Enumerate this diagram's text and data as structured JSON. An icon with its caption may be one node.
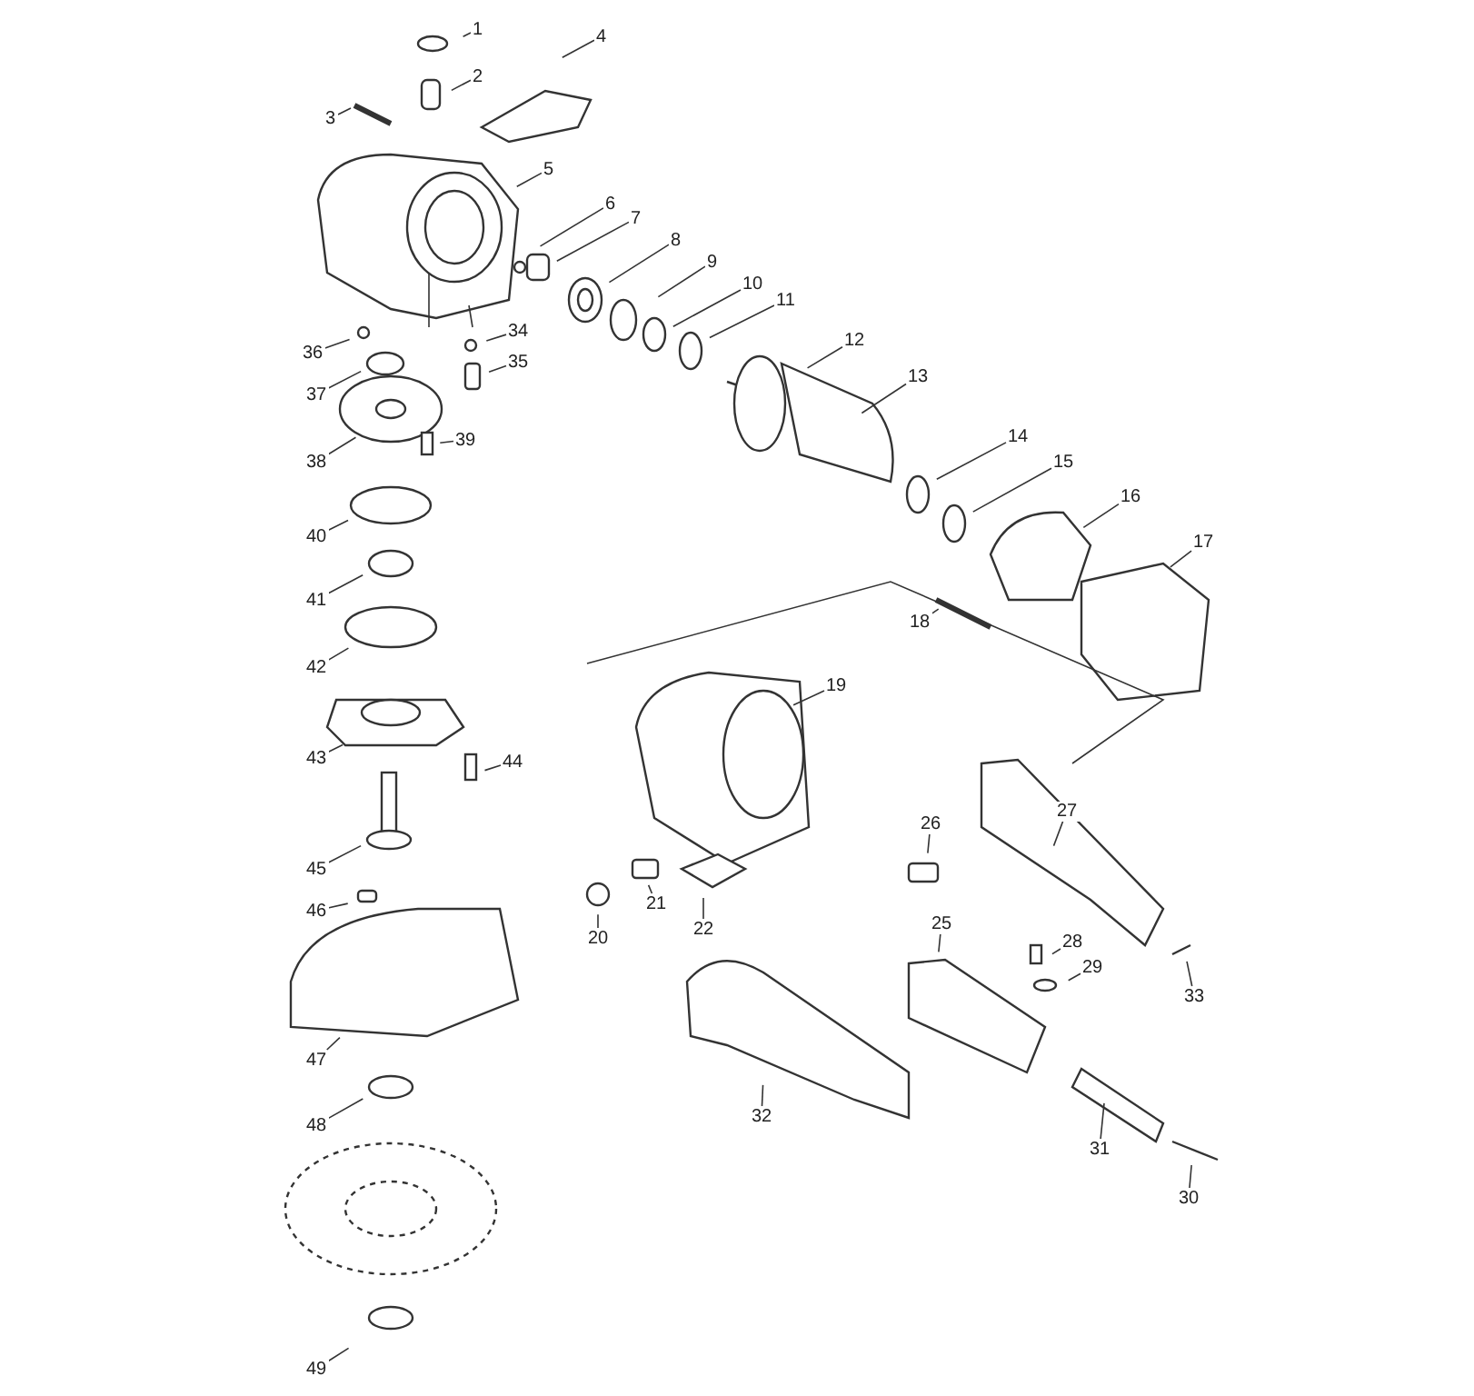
{
  "diagram": {
    "nodes": [
      {
        "text": [
          "1"
        ]
      },
      {
        "text": [
          "2"
        ]
      },
      {
        "text": [
          "3"
        ]
      },
      {
        "text": [
          "4"
        ]
      },
      {
        "text": [
          "5"
        ]
      },
      {
        "text": [
          "6"
        ]
      },
      {
        "text": [
          "7"
        ]
      },
      {
        "text": [
          "8"
        ]
      },
      {
        "text": [
          "9"
        ]
      },
      {
        "text": [
          "10"
        ]
      },
      {
        "text": [
          "11"
        ]
      },
      {
        "text": [
          "12"
        ]
      },
      {
        "text": [
          "13"
        ]
      },
      {
        "text": [
          "14"
        ]
      },
      {
        "text": [
          "15"
        ]
      },
      {
        "text": [
          "16"
        ]
      },
      {
        "text": [
          "17"
        ]
      },
      {
        "text": [
          "18"
        ]
      },
      {
        "text": [
          "19"
        ]
      },
      {
        "text": [
          "20"
        ]
      },
      {
        "text": [
          "21"
        ]
      },
      {
        "text": [
          "22"
        ]
      },
      {
        "text": [
          "25"
        ]
      },
      {
        "text": [
          "26"
        ]
      },
      {
        "text": [
          "27"
        ]
      },
      {
        "text": [
          "28"
        ]
      },
      {
        "text": [
          "29"
        ]
      },
      {
        "text": [
          "30"
        ]
      },
      {
        "text": [
          "31"
        ]
      },
      {
        "text": [
          "32"
        ]
      },
      {
        "text": [
          "33"
        ]
      },
      {
        "text": [
          "34"
        ]
      },
      {
        "text": [
          "35"
        ]
      },
      {
        "text": [
          "36"
        ]
      },
      {
        "text": [
          "37"
        ]
      },
      {
        "text": [
          "38"
        ]
      },
      {
        "text": [
          "39"
        ]
      },
      {
        "text": [
          "40"
        ]
      },
      {
        "text": [
          "41"
        ]
      },
      {
        "text": [
          "42"
        ]
      },
      {
        "text": [
          "43"
        ]
      },
      {
        "text": [
          "44"
        ]
      },
      {
        "text": [
          "45"
        ]
      },
      {
        "text": [
          "46"
        ]
      },
      {
        "text": [
          "47"
        ]
      },
      {
        "text": [
          "48"
        ]
      },
      {
        "text": [
          "49"
        ]
      }
    ],
    "edges": [
      {
        "from": 0,
        "to": null,
        "arrow": "none"
      },
      {
        "from": 1,
        "to": null,
        "arrow": "none"
      },
      {
        "from": 2,
        "to": null,
        "arrow": "none"
      },
      {
        "from": 3,
        "to": null,
        "arrow": "none"
      },
      {
        "from": 4,
        "to": null,
        "arrow": "none"
      },
      {
        "from": 5,
        "to": null,
        "arrow": "none"
      },
      {
        "from": 6,
        "to": null,
        "arrow": "none"
      },
      {
        "from": 7,
        "to": null,
        "arrow": "none"
      },
      {
        "from": 8,
        "to": null,
        "arrow": "none"
      },
      {
        "from": 9,
        "to": null,
        "arrow": "none"
      },
      {
        "from": 10,
        "to": null,
        "arrow": "none"
      },
      {
        "from": 11,
        "to": null,
        "arrow": "none"
      },
      {
        "from": 12,
        "to": null,
        "arrow": "none"
      },
      {
        "from": 13,
        "to": null,
        "arrow": "none"
      },
      {
        "from": 14,
        "to": null,
        "arrow": "none"
      },
      {
        "from": 15,
        "to": null,
        "arrow": "none"
      },
      {
        "from": 16,
        "to": null,
        "arrow": "none"
      },
      {
        "from": 17,
        "to": null,
        "arrow": "none"
      },
      {
        "from": 18,
        "to": null,
        "arrow": "none"
      },
      {
        "from": 19,
        "to": null,
        "arrow": "none"
      },
      {
        "from": 20,
        "to": null,
        "arrow": "none"
      },
      {
        "from": 21,
        "to": null,
        "arrow": "none"
      },
      {
        "from": 22,
        "to": null,
        "arrow": "none"
      },
      {
        "from": 23,
        "to": null,
        "arrow": "none"
      },
      {
        "from": 24,
        "to": null,
        "arrow": "none"
      },
      {
        "from": 25,
        "to": null,
        "arrow": "none"
      },
      {
        "from": 26,
        "to": null,
        "arrow": "none"
      },
      {
        "from": 27,
        "to": null,
        "arrow": "none"
      },
      {
        "from": 28,
        "to": null,
        "arrow": "none"
      },
      {
        "from": 29,
        "to": null,
        "arrow": "none"
      },
      {
        "from": 30,
        "to": null,
        "arrow": "none"
      },
      {
        "from": 31,
        "to": null,
        "arrow": "none"
      },
      {
        "from": 32,
        "to": null,
        "arrow": "none"
      },
      {
        "from": 33,
        "to": null,
        "arrow": "none"
      },
      {
        "from": 34,
        "to": null,
        "arrow": "none"
      },
      {
        "from": 35,
        "to": null,
        "arrow": "none"
      },
      {
        "from": 36,
        "to": null,
        "arrow": "none"
      },
      {
        "from": 37,
        "to": null,
        "arrow": "none"
      },
      {
        "from": 38,
        "to": null,
        "arrow": "none"
      },
      {
        "from": 39,
        "to": null,
        "arrow": "none"
      },
      {
        "from": 40,
        "to": null,
        "arrow": "none"
      },
      {
        "from": 41,
        "to": null,
        "arrow": "none"
      },
      {
        "from": 42,
        "to": null,
        "arrow": "none"
      },
      {
        "from": 43,
        "to": null,
        "arrow": "none"
      },
      {
        "from": 44,
        "to": null,
        "arrow": "none"
      },
      {
        "from": 45,
        "to": null,
        "arrow": "none"
      },
      {
        "from": 46,
        "to": null,
        "arrow": "none"
      }
    ]
  }
}
